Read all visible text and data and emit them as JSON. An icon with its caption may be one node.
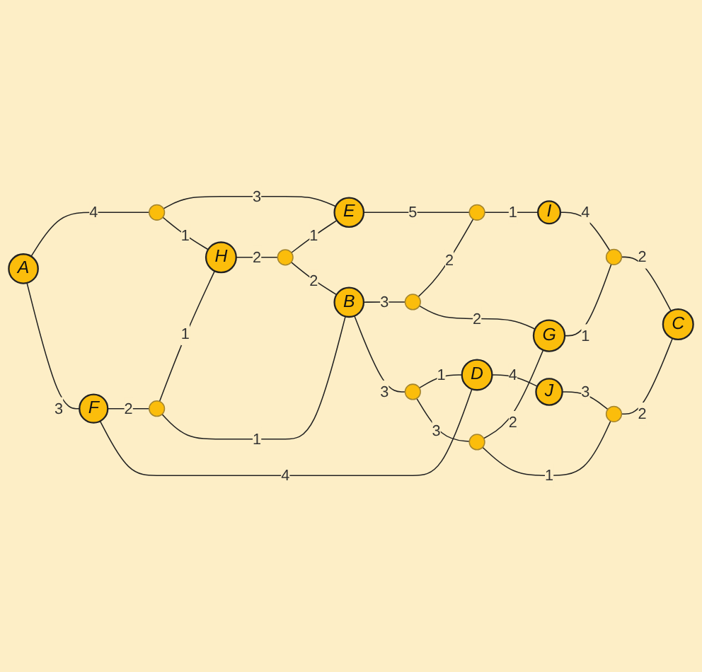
{
  "diagram": {
    "nodes": [
      {
        "text": [
          "A"
        ]
      },
      {
        "text": [
          "E"
        ]
      },
      {
        "text": [
          "H"
        ]
      },
      {
        "text": [
          "F"
        ]
      },
      {
        "text": [
          "B"
        ]
      },
      {
        "text": [
          "I"
        ]
      },
      {
        "text": [
          "D"
        ]
      },
      {
        "text": [
          "G"
        ]
      },
      {
        "text": [
          "J"
        ]
      },
      {
        "text": [
          "C"
        ]
      },
      {
        "text": [],
        "shape": "point"
      },
      {
        "text": [],
        "shape": "point"
      },
      {
        "text": [],
        "shape": "point"
      },
      {
        "text": [],
        "shape": "point"
      },
      {
        "text": [],
        "shape": "point"
      },
      {
        "text": [],
        "shape": "point"
      },
      {
        "text": [],
        "shape": "point"
      },
      {
        "text": [],
        "shape": "point"
      },
      {
        "text": [],
        "shape": "point"
      }
    ],
    "edges": [
      {
        "from": 0,
        "to": 10,
        "arrow": "none",
        "label": "4"
      },
      {
        "from": 10,
        "to": 1,
        "arrow": "none",
        "label": "3"
      },
      {
        "from": 10,
        "to": 2,
        "arrow": "none",
        "label": "1"
      },
      {
        "from": 0,
        "to": 3,
        "arrow": "none",
        "label": "3"
      },
      {
        "from": 2,
        "to": 11,
        "arrow": "none",
        "label": "2"
      },
      {
        "from": 11,
        "to": 1,
        "arrow": "none",
        "label": "1"
      },
      {
        "from": 11,
        "to": 4,
        "arrow": "none",
        "label": "2"
      },
      {
        "from": 3,
        "to": 12,
        "arrow": "none",
        "label": "2"
      },
      {
        "from": 12,
        "to": 2,
        "arrow": "none",
        "label": "1"
      },
      {
        "from": 12,
        "to": 4,
        "arrow": "none",
        "label": "1"
      },
      {
        "from": 1,
        "to": 14,
        "arrow": "none",
        "label": "5"
      },
      {
        "from": 4,
        "to": 13,
        "arrow": "none",
        "label": "3"
      },
      {
        "from": 13,
        "to": 14,
        "arrow": "none",
        "label": "2"
      },
      {
        "from": 14,
        "to": 5,
        "arrow": "none",
        "label": "1"
      },
      {
        "from": 3,
        "to": 6,
        "arrow": "none",
        "label": "4"
      },
      {
        "from": 4,
        "to": 15,
        "arrow": "none",
        "label": "3"
      },
      {
        "from": 15,
        "to": 6,
        "arrow": "none",
        "label": "1"
      },
      {
        "from": 15,
        "to": 17,
        "arrow": "none",
        "label": "3"
      },
      {
        "from": 13,
        "to": 7,
        "arrow": "none",
        "label": "2"
      },
      {
        "from": 7,
        "to": 16,
        "arrow": "none",
        "label": "1"
      },
      {
        "from": 5,
        "to": 16,
        "arrow": "none",
        "label": "4"
      },
      {
        "from": 16,
        "to": 9,
        "arrow": "none",
        "label": "2"
      },
      {
        "from": 17,
        "to": 7,
        "arrow": "none",
        "label": "2"
      },
      {
        "from": 17,
        "to": 18,
        "arrow": "none",
        "label": "1"
      },
      {
        "from": 6,
        "to": 8,
        "arrow": "none",
        "label": "4"
      },
      {
        "from": 8,
        "to": 18,
        "arrow": "none",
        "label": "3"
      },
      {
        "from": 18,
        "to": 9,
        "arrow": "none",
        "label": "2"
      }
    ]
  }
}
